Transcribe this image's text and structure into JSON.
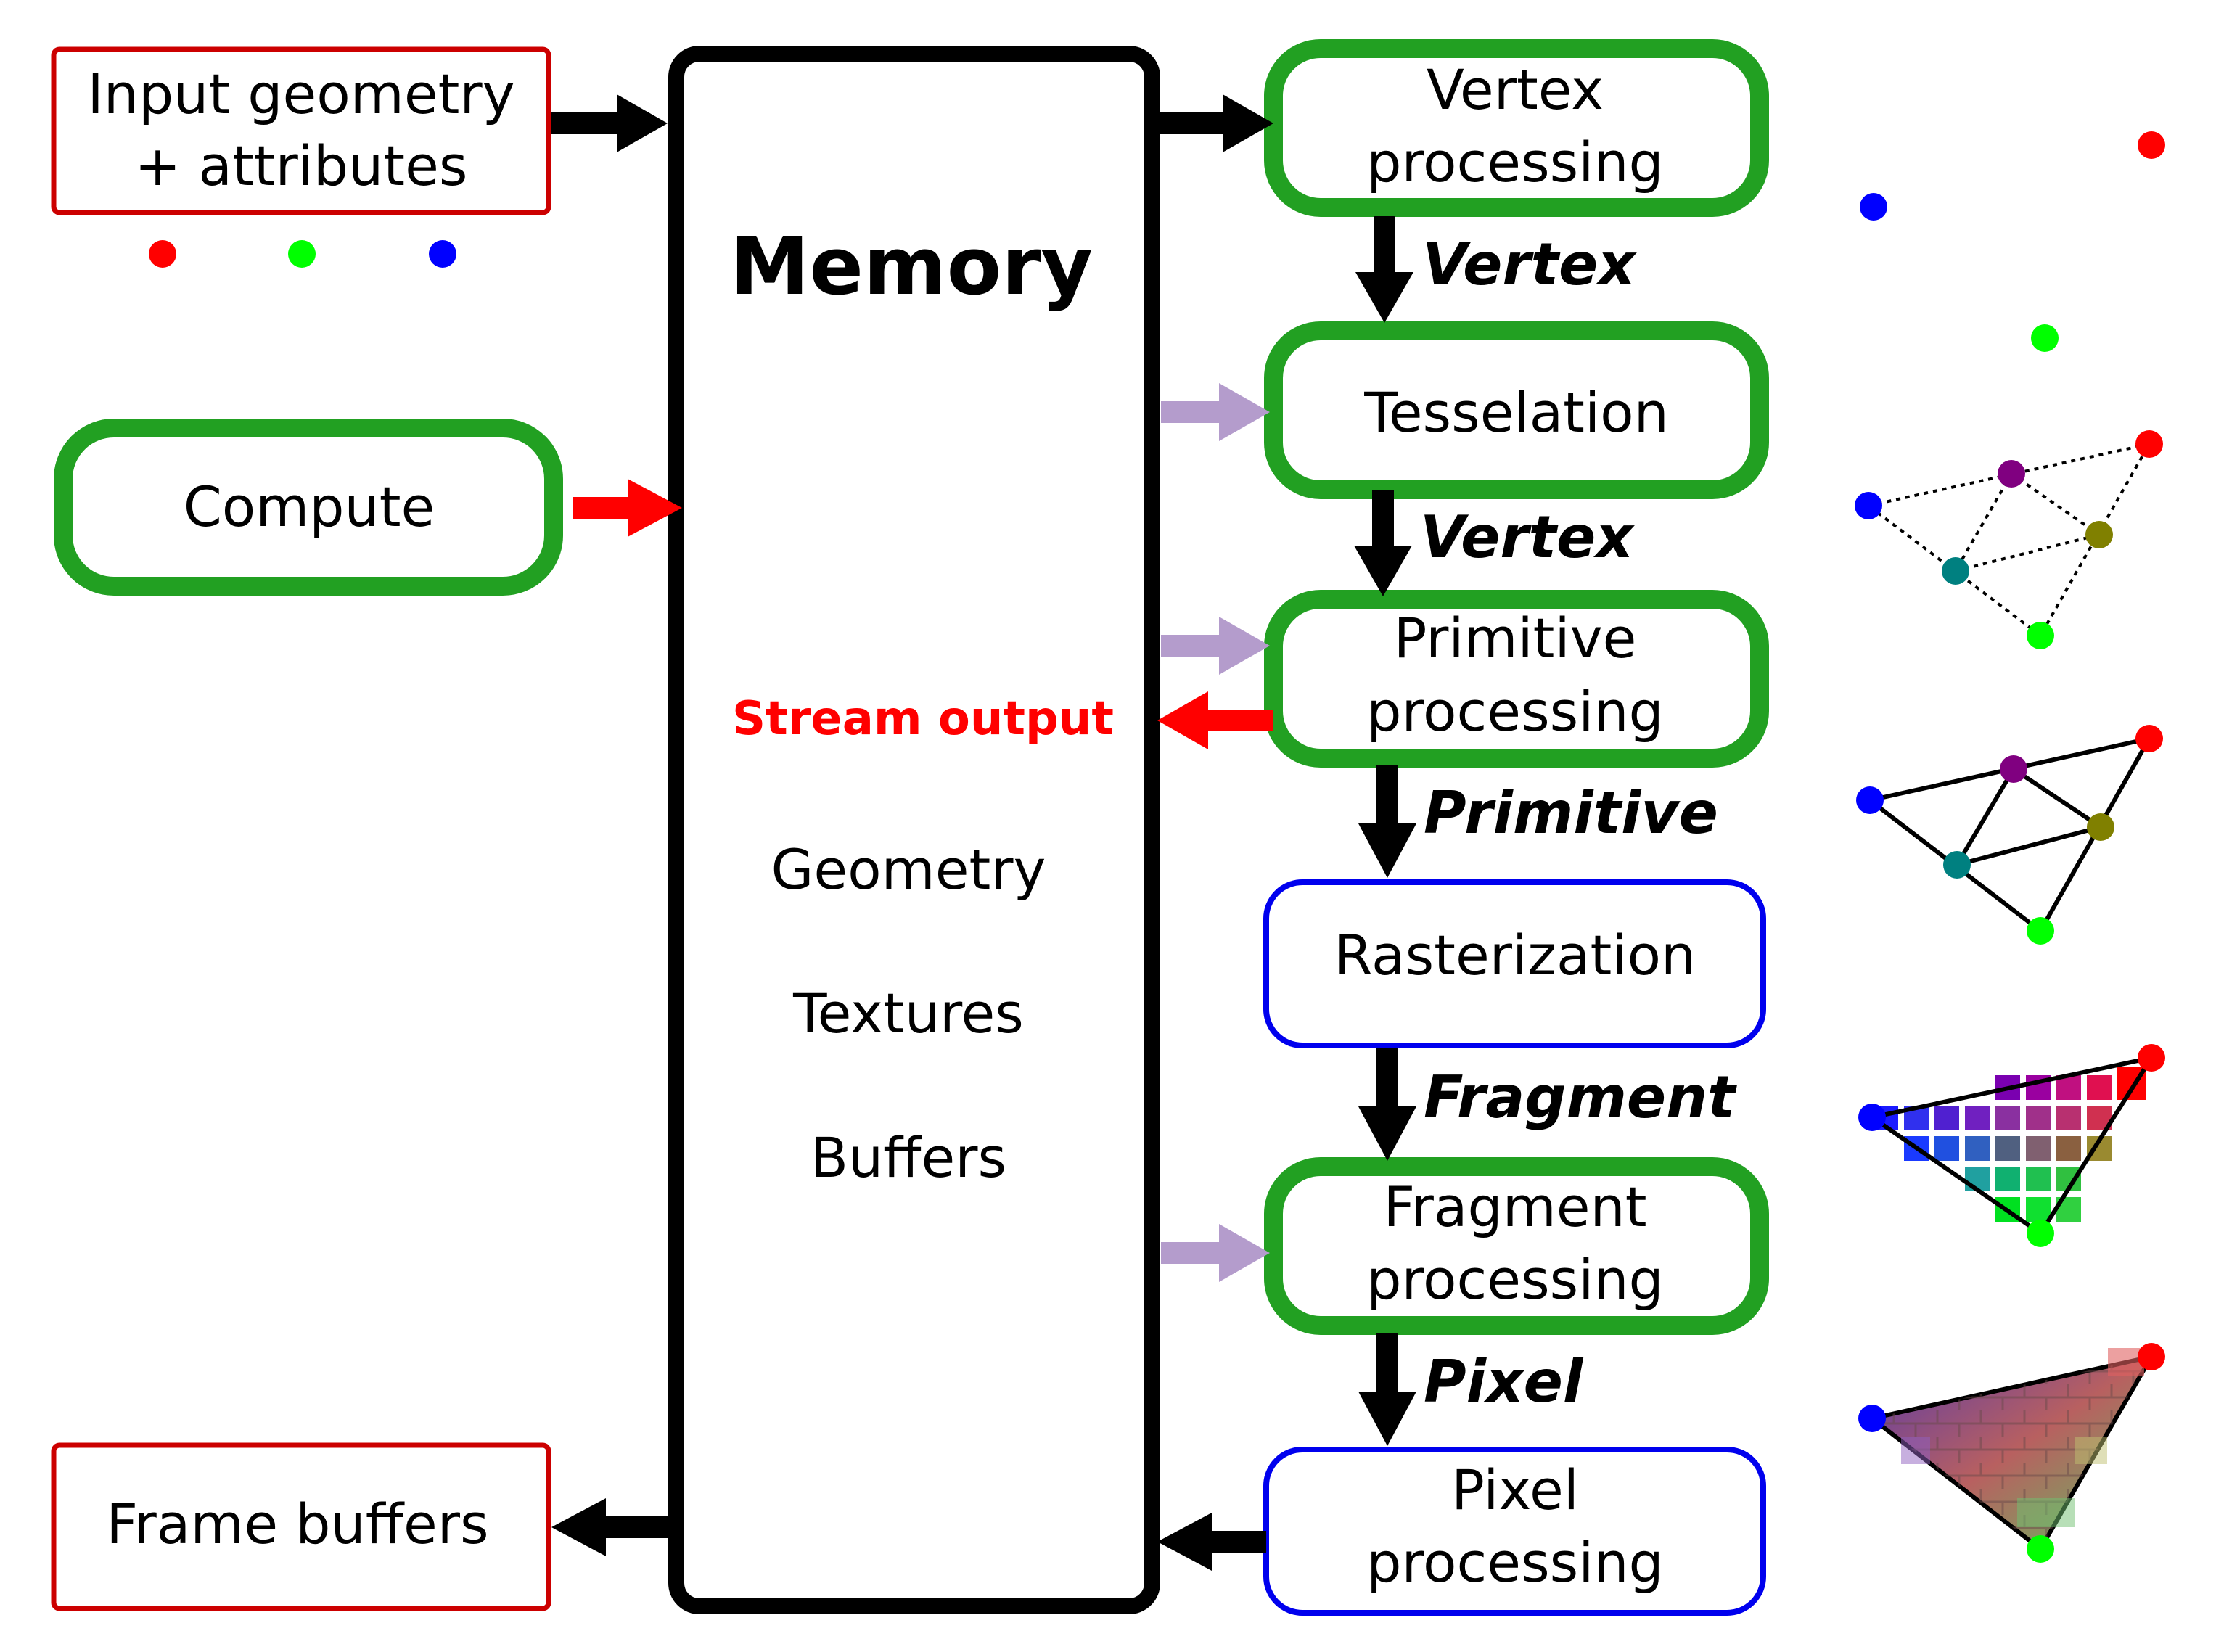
{
  "boxes": {
    "input_geometry": [
      "Input geometry",
      "+ attributes"
    ],
    "compute": "Compute",
    "frame_buffers": "Frame buffers",
    "vertex_processing": [
      "Vertex",
      "processing"
    ],
    "tesselation": "Tesselation",
    "primitive_processing": [
      "Primitive",
      "processing"
    ],
    "rasterization": "Rasterization",
    "fragment_processing": [
      "Fragment",
      "processing"
    ],
    "pixel_processing": [
      "Pixel",
      "processing"
    ]
  },
  "memory": {
    "title": "Memory",
    "stream_output": "Stream output",
    "geometry": "Geometry",
    "textures": "Textures",
    "buffers": "Buffers"
  },
  "flow_labels": {
    "vertex_1": "Vertex",
    "vertex_2": "Vertex",
    "primitive": "Primitive",
    "fragment": "Fragment",
    "pixel": "Pixel"
  },
  "colors": {
    "programmable_stage": "#22a022",
    "fixed_stage": "#0000ee",
    "input_output": "#cc0000",
    "memory_write": "#ff0000",
    "memory_read": "#b49ccc",
    "vertex_red": "#ff0000",
    "vertex_green": "#00ff00",
    "vertex_blue": "#0000ff"
  },
  "icons": {
    "attribute_dots": "rgb-attribute-dots",
    "vertices": "scattered-vertices-icon",
    "tessellated": "dotted-tessellated-triangle-icon",
    "primitive": "primitive-triangle-icon",
    "fragments": "fragment-grid-icon",
    "pixels": "textured-pixel-triangle-icon"
  }
}
